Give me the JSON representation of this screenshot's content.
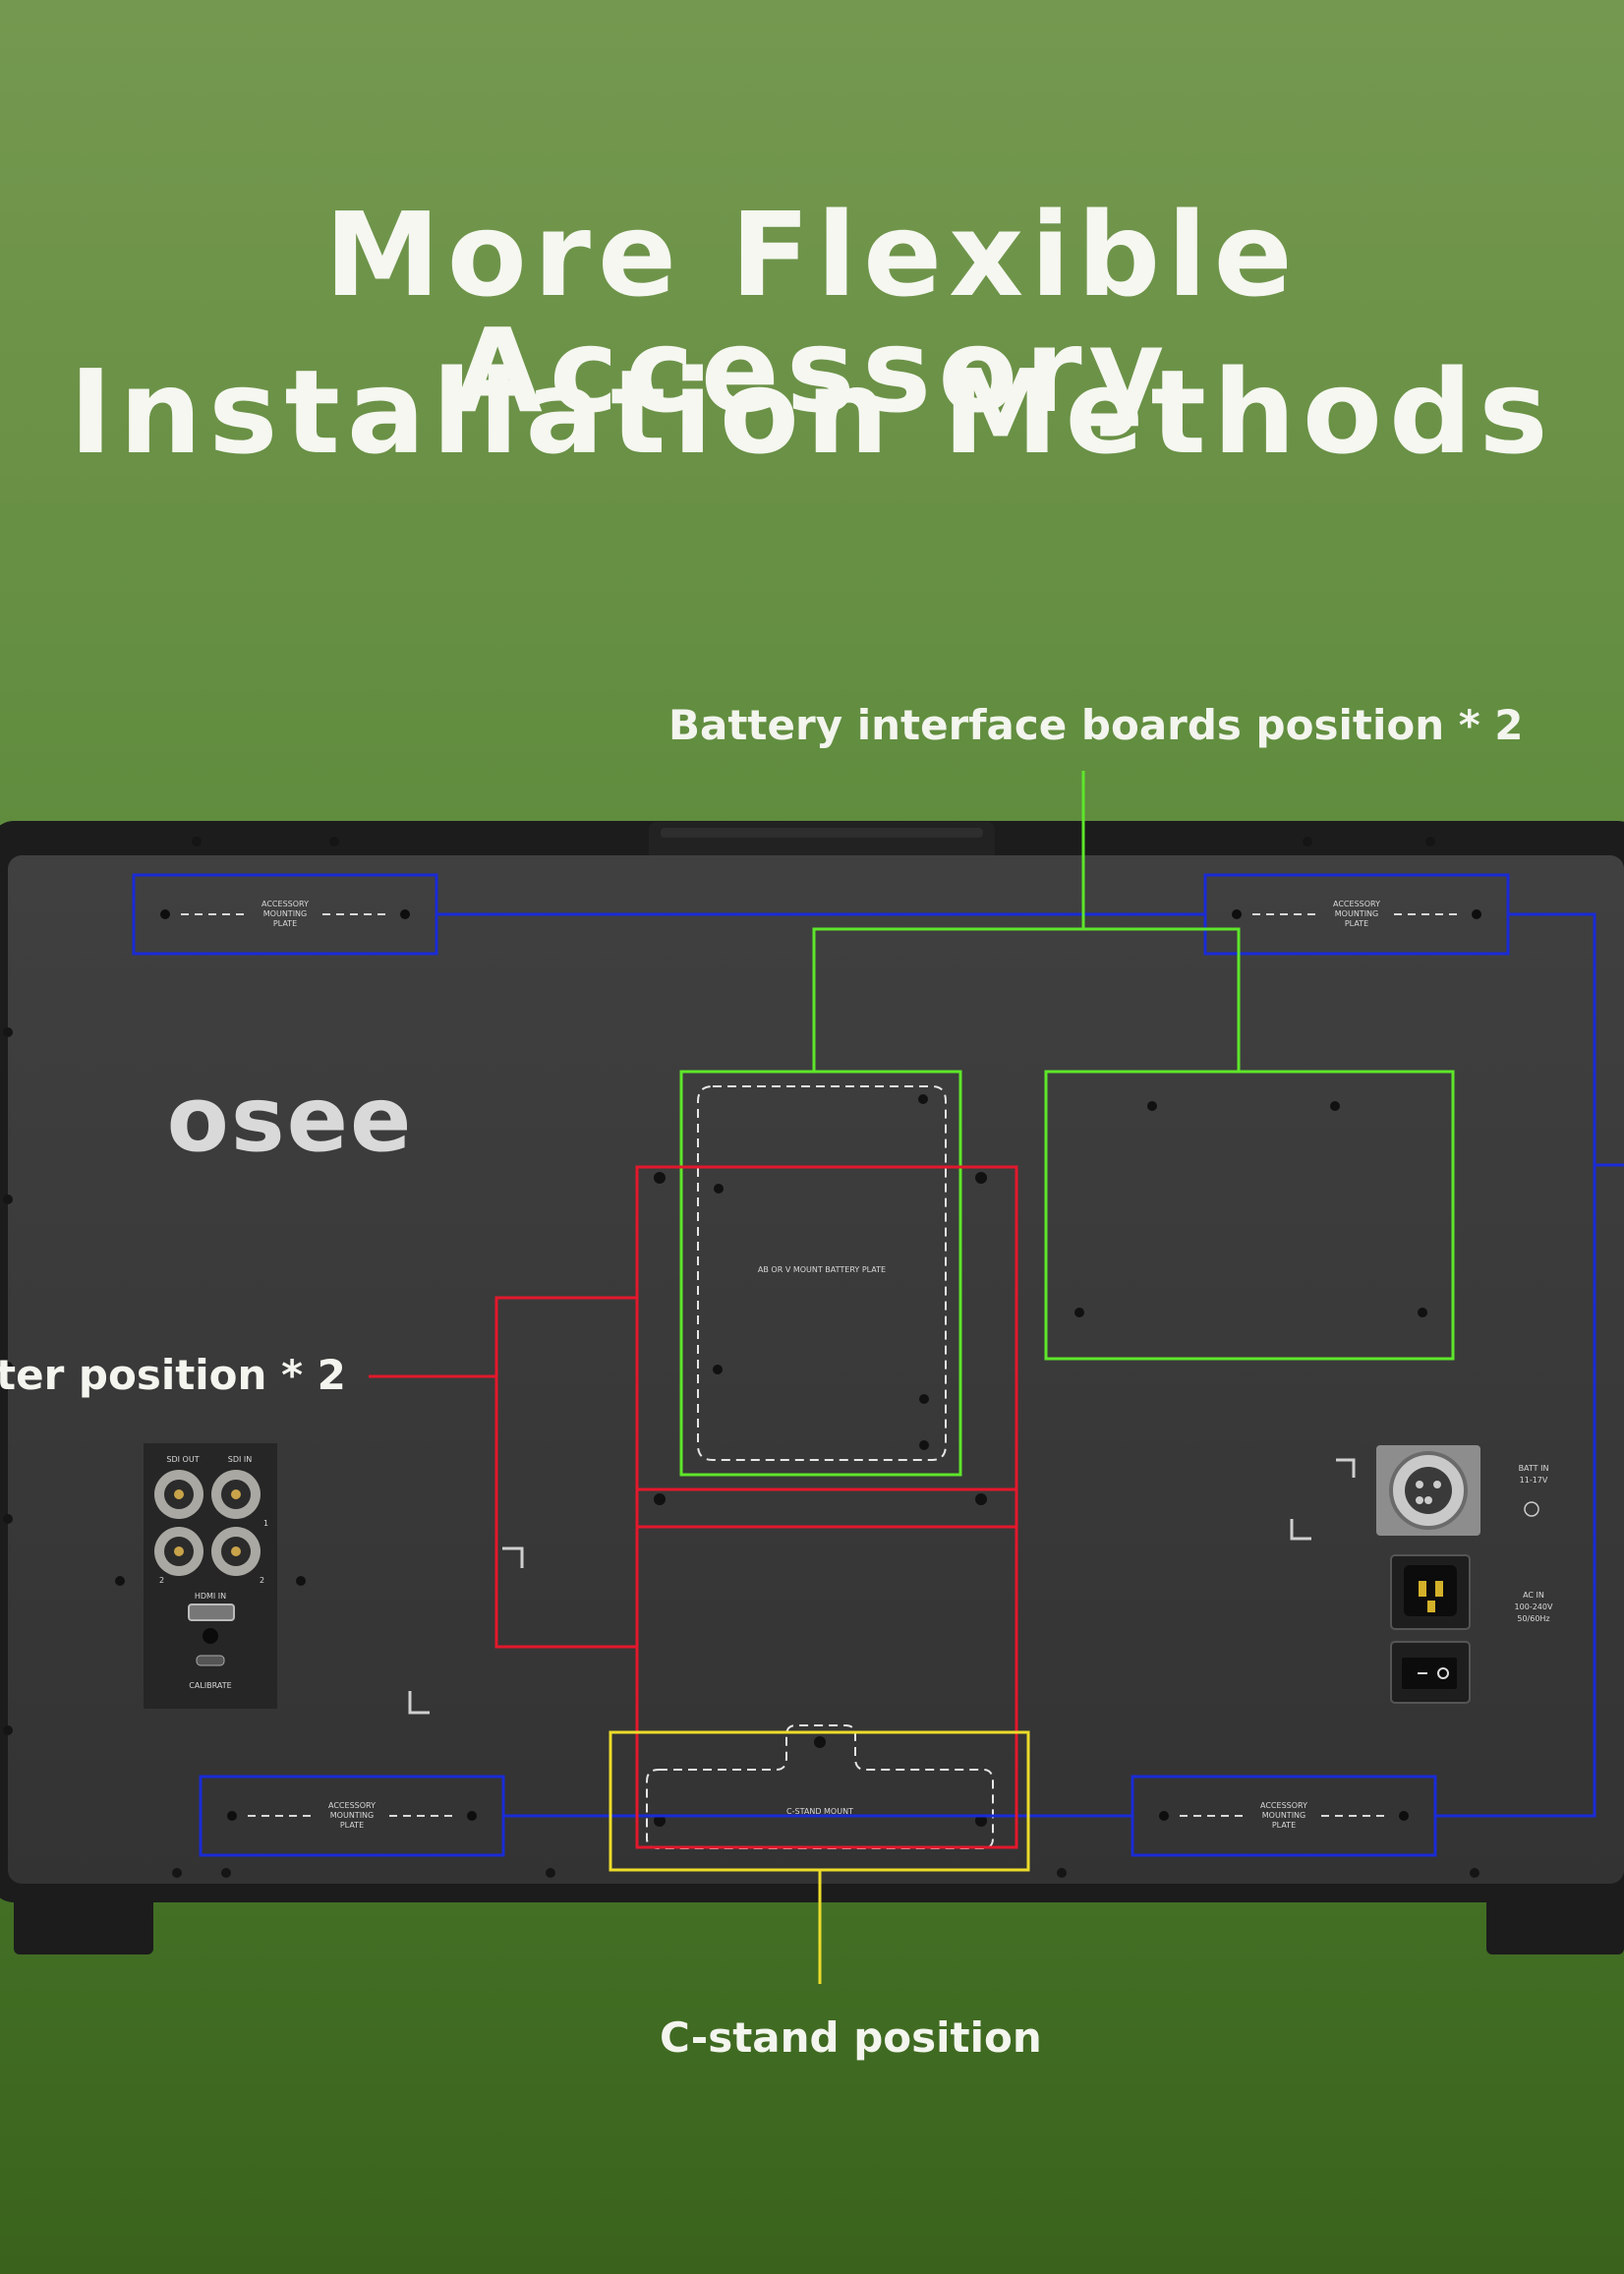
{
  "title": {
    "line1": "More Flexible Accessory",
    "line2": "Installation Methods"
  },
  "callouts": {
    "battery": "Battery interface boards position * 2",
    "adapter": "ter position * 2",
    "cstand": "C-stand position"
  },
  "monitor": {
    "brand": "osee",
    "plate_label_line1": "ACCESSORY",
    "plate_label_line2": "MOUNTING",
    "plate_label_line3": "PLATE",
    "battery_plate_label": "AB OR V MOUNT BATTERY PLATE",
    "cstand_mount_label": "C-STAND MOUNT",
    "io_labels": {
      "sdi_out": "SDI OUT",
      "sdi_in": "SDI IN",
      "num1": "1",
      "num2a": "2",
      "num2b": "2",
      "hdmi_in": "HDMI IN",
      "calibrate": "CALIBRATE"
    },
    "power_labels": {
      "batt_in": "BATT IN",
      "batt_v": "11-17V",
      "ac_in": "AC IN",
      "ac_v": "100-240V",
      "ac_hz": "50/60Hz"
    }
  },
  "colors": {
    "blue": "#1a2bd6",
    "green": "#5ee62a",
    "red": "#e3182c",
    "yellow": "#ecdc2a",
    "chassis": "#3a3a3a"
  }
}
